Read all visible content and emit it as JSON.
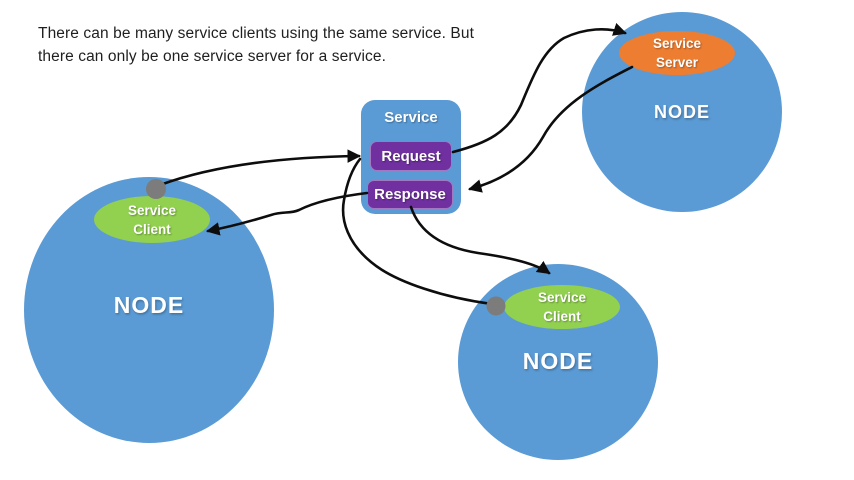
{
  "colors": {
    "node-blue": "#5B9BD5",
    "box-purple": "#7030A0",
    "client-green": "#92D050",
    "server-orange": "#ED7D31",
    "dot-gray": "#7C7C7C",
    "arrow-black": "#0d0d0d",
    "caption-text": "#1f1f1f",
    "label-white": "#ffffff"
  },
  "caption": {
    "line1": "There can be many service clients using the same service. But",
    "line2": "there can only be one service server for a service."
  },
  "service": {
    "title": "Service",
    "request_label": "Request",
    "response_label": "Response"
  },
  "nodes": {
    "left": {
      "label": "NODE",
      "badge_line1": "Service",
      "badge_line2": "Client"
    },
    "top_right": {
      "label": "NODE",
      "badge_line1": "Service",
      "badge_line2": "Server"
    },
    "bottom": {
      "label": "NODE",
      "badge_line1": "Service",
      "badge_line2": "Client"
    }
  }
}
